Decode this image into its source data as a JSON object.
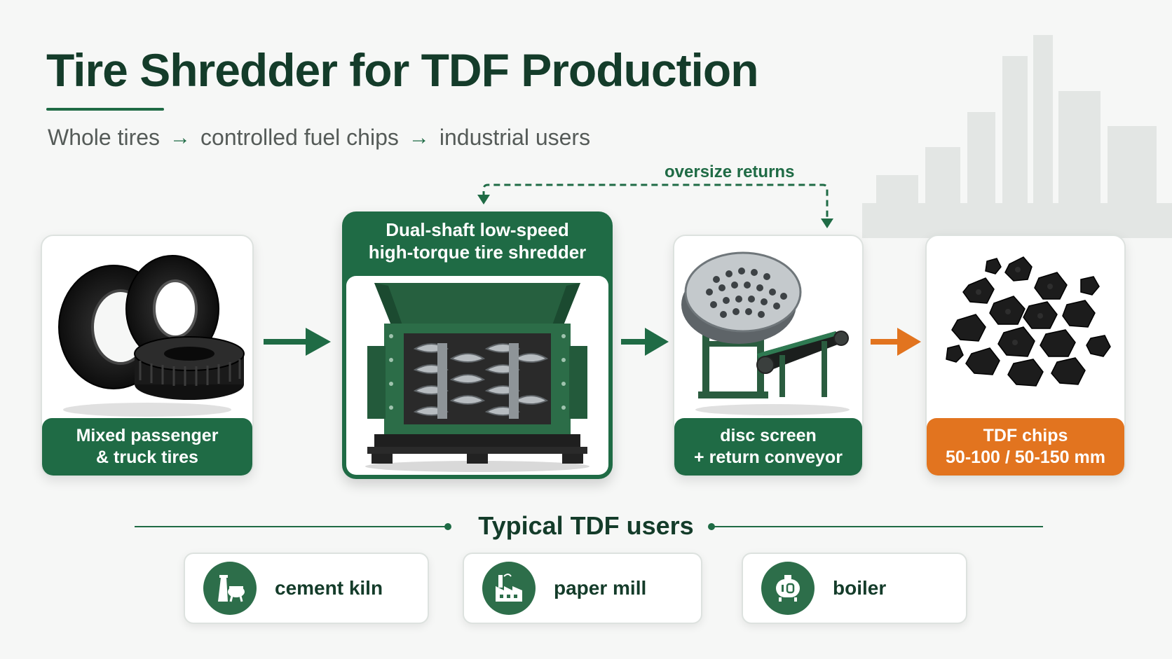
{
  "header": {
    "title": "Tire Shredder for TDF Production",
    "subtitle": [
      "Whole tires",
      "controlled fuel chips",
      "industrial users"
    ],
    "subtitle_arrow": "→"
  },
  "flow": {
    "loop_label": "oversize returns",
    "steps": [
      {
        "id": "tires",
        "lines": [
          "Mixed passenger",
          "& truck tires"
        ],
        "icon": "tire-stack-icon"
      },
      {
        "id": "shredder",
        "lines": [
          "Dual-shaft low-speed",
          "high-torque tire shredder"
        ],
        "icon": "shredder-icon"
      },
      {
        "id": "screen",
        "lines": [
          "disc screen",
          "+ return conveyor"
        ],
        "icon": "disc-screen-icon"
      },
      {
        "id": "chips",
        "lines": [
          "TDF chips",
          "50-100 / 50-150 mm"
        ],
        "icon": "rubber-chips-icon"
      }
    ]
  },
  "users": {
    "title": "Typical TDF users",
    "items": [
      {
        "label": "cement kiln",
        "icon": "cement-kiln-icon"
      },
      {
        "label": "paper mill",
        "icon": "paper-mill-icon"
      },
      {
        "label": "boiler",
        "icon": "boiler-icon"
      }
    ]
  },
  "colors": {
    "primary_green": "#1f6b45",
    "dark_green": "#143c2a",
    "accent_orange": "#e2741f"
  }
}
